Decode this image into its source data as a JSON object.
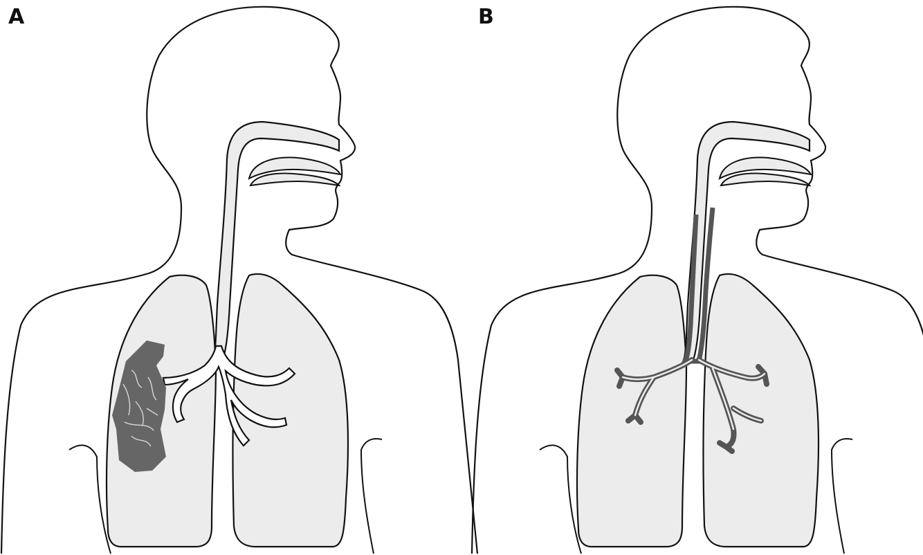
{
  "panels": [
    {
      "id": "A",
      "label": "A"
    },
    {
      "id": "B",
      "label": "B"
    }
  ],
  "colors": {
    "outline": "#111111",
    "lung_fill": "#ececec",
    "airway_fill": "#ececec",
    "pathology": "#666666",
    "background": "#ffffff"
  }
}
